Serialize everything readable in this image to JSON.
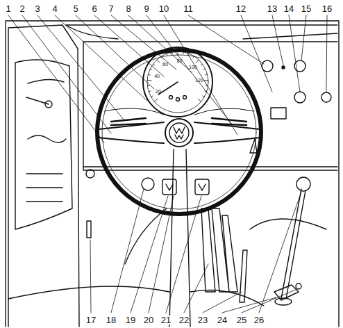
{
  "diagram": {
    "labels": [
      "1",
      "2",
      "3",
      "4",
      "5",
      "6",
      "7",
      "8",
      "9",
      "10",
      "11",
      "12",
      "13",
      "14",
      "15",
      "16",
      "17",
      "18",
      "19",
      "20",
      "21",
      "22",
      "23",
      "24",
      "25",
      "26",
      "20",
      "40",
      "60",
      "80",
      "100",
      "120"
    ]
  }
}
